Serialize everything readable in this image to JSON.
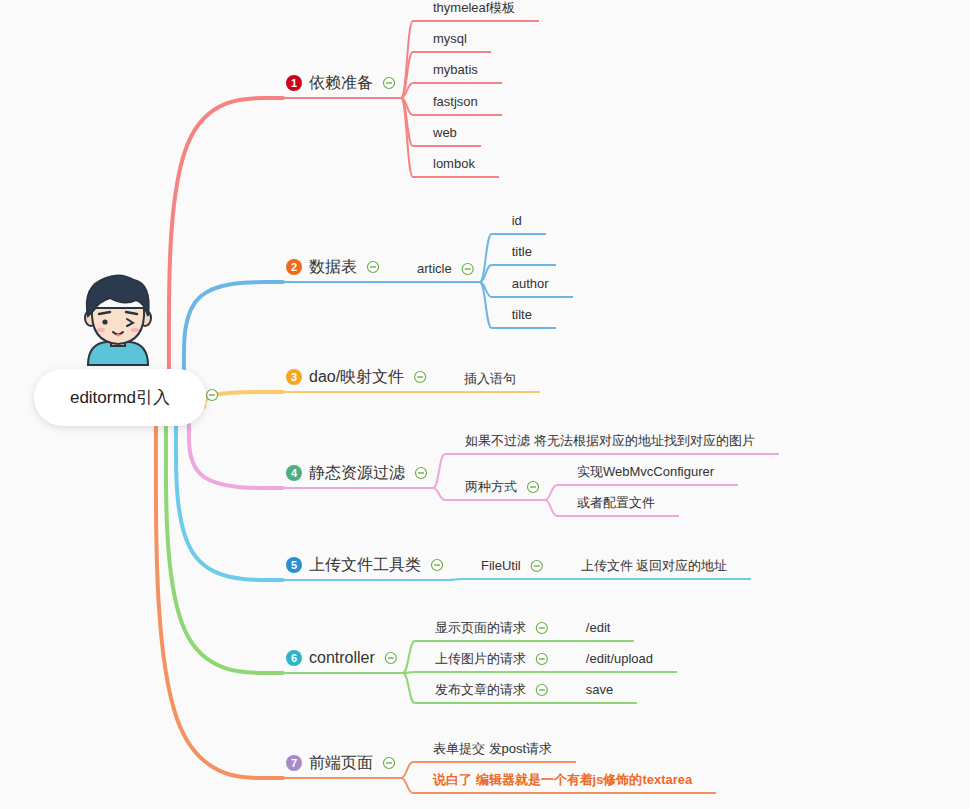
{
  "diagram": {
    "nodes": [
      {
        "text": [
          "editormd引入"
        ]
      },
      {
        "text": [
          "1",
          "依赖准备"
        ]
      },
      {
        "text": [
          "thymeleaf模板"
        ]
      },
      {
        "text": [
          "mysql"
        ]
      },
      {
        "text": [
          "mybatis"
        ]
      },
      {
        "text": [
          "fastjson"
        ]
      },
      {
        "text": [
          "web"
        ]
      },
      {
        "text": [
          "lombok"
        ]
      },
      {
        "text": [
          "2",
          "数据表"
        ]
      },
      {
        "text": [
          "article"
        ]
      },
      {
        "text": [
          "id"
        ]
      },
      {
        "text": [
          "title"
        ]
      },
      {
        "text": [
          "author"
        ]
      },
      {
        "text": [
          "tilte"
        ]
      },
      {
        "text": [
          "3",
          "dao/映射文件"
        ]
      },
      {
        "text": [
          "插入语句"
        ]
      },
      {
        "text": [
          "4",
          "静态资源过滤"
        ]
      },
      {
        "text": [
          "如果不过滤 将无法根据对应的地址找到对应的图片"
        ]
      },
      {
        "text": [
          "两种方式"
        ]
      },
      {
        "text": [
          "实现WebMvcConfigurer"
        ]
      },
      {
        "text": [
          "或者配置文件"
        ]
      },
      {
        "text": [
          "5",
          "上传文件工具类"
        ]
      },
      {
        "text": [
          "FileUtil"
        ]
      },
      {
        "text": [
          "上传文件 返回对应的地址"
        ]
      },
      {
        "text": [
          "6",
          "controller"
        ]
      },
      {
        "text": [
          "显示页面的请求"
        ]
      },
      {
        "text": [
          "/edit"
        ]
      },
      {
        "text": [
          "上传图片的请求"
        ]
      },
      {
        "text": [
          "/edit/upload"
        ]
      },
      {
        "text": [
          "发布文章的请求"
        ]
      },
      {
        "text": [
          "save"
        ]
      },
      {
        "text": [
          "7",
          "前端页面"
        ]
      },
      {
        "text": [
          "表单提交 发post请求"
        ]
      },
      {
        "text": [
          "说白了 编辑器就是一个有着js修饰的textarea"
        ]
      }
    ],
    "edges": [
      {
        "from": 0,
        "to": 1,
        "arrow": "none"
      },
      {
        "from": 1,
        "to": 2,
        "arrow": "none"
      },
      {
        "from": 1,
        "to": 3,
        "arrow": "none"
      },
      {
        "from": 1,
        "to": 4,
        "arrow": "none"
      },
      {
        "from": 1,
        "to": 5,
        "arrow": "none"
      },
      {
        "from": 1,
        "to": 6,
        "arrow": "none"
      },
      {
        "from": 1,
        "to": 7,
        "arrow": "none"
      },
      {
        "from": 0,
        "to": 8,
        "arrow": "none"
      },
      {
        "from": 8,
        "to": 9,
        "arrow": "none"
      },
      {
        "from": 9,
        "to": 10,
        "arrow": "none"
      },
      {
        "from": 9,
        "to": 11,
        "arrow": "none"
      },
      {
        "from": 9,
        "to": 12,
        "arrow": "none"
      },
      {
        "from": 9,
        "to": 13,
        "arrow": "none"
      },
      {
        "from": 0,
        "to": 14,
        "arrow": "none"
      },
      {
        "from": 14,
        "to": 15,
        "arrow": "none"
      },
      {
        "from": 0,
        "to": 16,
        "arrow": "none"
      },
      {
        "from": 16,
        "to": 17,
        "arrow": "none"
      },
      {
        "from": 16,
        "to": 18,
        "arrow": "none"
      },
      {
        "from": 18,
        "to": 19,
        "arrow": "none"
      },
      {
        "from": 18,
        "to": 20,
        "arrow": "none"
      },
      {
        "from": 0,
        "to": 21,
        "arrow": "none"
      },
      {
        "from": 21,
        "to": 22,
        "arrow": "none"
      },
      {
        "from": 22,
        "to": 23,
        "arrow": "none"
      },
      {
        "from": 0,
        "to": 24,
        "arrow": "none"
      },
      {
        "from": 24,
        "to": 25,
        "arrow": "none"
      },
      {
        "from": 25,
        "to": 26,
        "arrow": "none"
      },
      {
        "from": 24,
        "to": 27,
        "arrow": "none"
      },
      {
        "from": 27,
        "to": 28,
        "arrow": "none"
      },
      {
        "from": 24,
        "to": 29,
        "arrow": "none"
      },
      {
        "from": 29,
        "to": 30,
        "arrow": "none"
      },
      {
        "from": 0,
        "to": 31,
        "arrow": "none"
      },
      {
        "from": 31,
        "to": 32,
        "arrow": "none"
      },
      {
        "from": 31,
        "to": 33,
        "arrow": "none"
      }
    ]
  }
}
